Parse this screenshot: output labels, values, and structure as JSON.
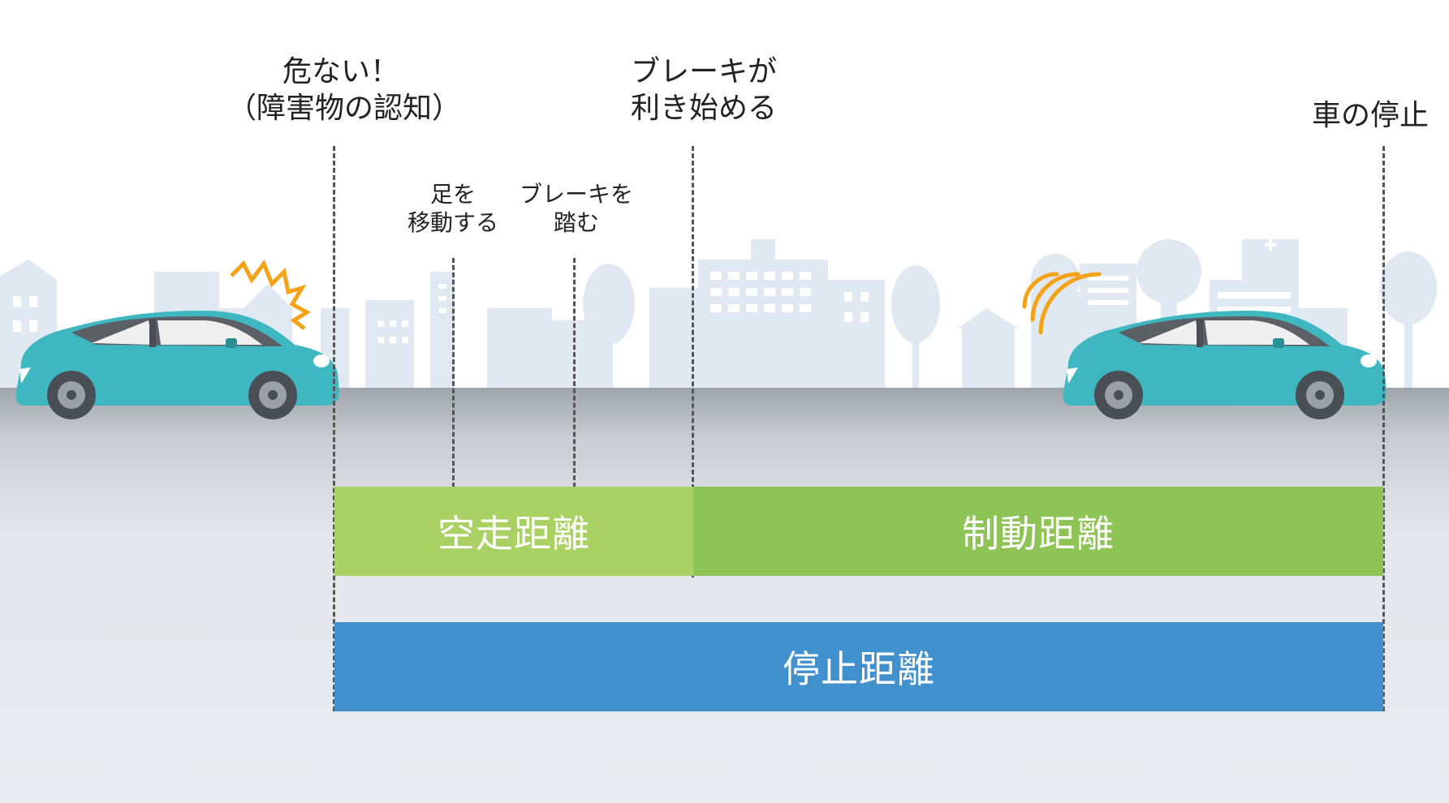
{
  "labels": {
    "danger_line1": "危ない！",
    "danger_line2": "（障害物の認知）",
    "brake_start_line1": "ブレーキが",
    "brake_start_line2": "利き始める",
    "car_stop": "車の停止",
    "move_foot_line1": "足を",
    "move_foot_line2": "移動する",
    "press_brake_line1": "ブレーキを",
    "press_brake_line2": "踏む"
  },
  "bars": {
    "free_running": "空走距離",
    "braking": "制動距離",
    "stopping": "停止距離"
  },
  "colors": {
    "free_running": "#aad163",
    "braking": "#8dc455",
    "stopping": "#4191cf",
    "car_body": "#3fb7c1",
    "road": "#e6e9ed",
    "city": "#dfe7f0",
    "alert": "#f5a316"
  },
  "icons": [
    "alert-burst-icon",
    "brake-signal-icon",
    "car-icon"
  ]
}
